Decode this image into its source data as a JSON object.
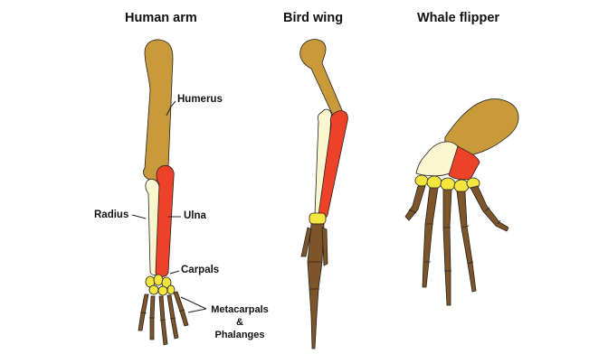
{
  "titles": {
    "human": "Human arm",
    "bird": "Bird wing",
    "whale": "Whale flipper"
  },
  "labels": {
    "humerus": "Humerus",
    "radius": "Radius",
    "ulna": "Ulna",
    "carpals": "Carpals",
    "metacarpals": "Metacarpals",
    "amp": "&",
    "phalanges": "Phalanges"
  },
  "colors": {
    "humerus": "#c99a3a",
    "radius": "#fbf6cf",
    "ulna": "#ee4228",
    "carpals": "#f5e53f",
    "phalanges": "#7e5529",
    "outline": "#222222"
  }
}
